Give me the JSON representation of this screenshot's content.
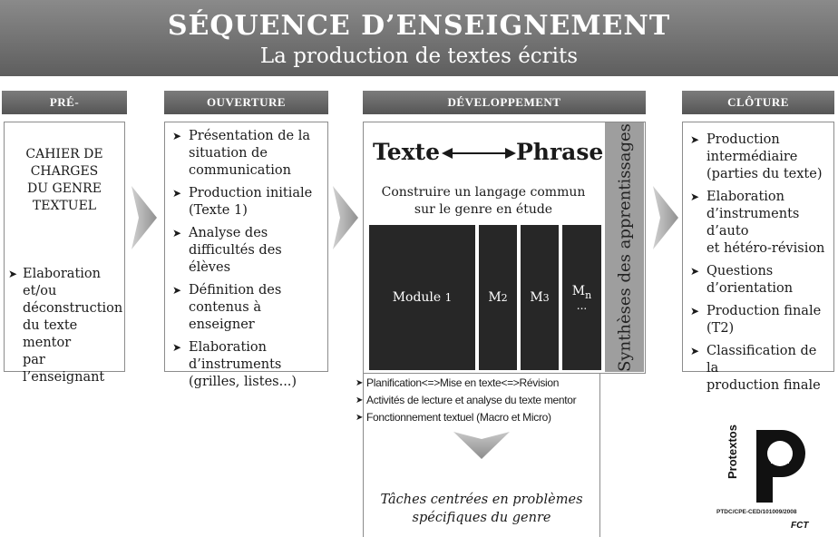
{
  "header": {
    "title": "SÉQUENCE D’ENSEIGNEMENT",
    "subtitle": "La production de textes écrits"
  },
  "pre": {
    "heading": "PRÉ-INTERVENTION",
    "box_lines": [
      "CAHIER DE",
      "CHARGES",
      "DU GENRE",
      "TEXTUEL"
    ],
    "bullet_lines": [
      "Elaboration",
      "et/ou",
      "déconstruction",
      "du texte mentor",
      "par l’enseignant"
    ]
  },
  "ouverture": {
    "heading": "OUVERTURE",
    "items": [
      [
        "Présentation de la",
        "situation de",
        "communication"
      ],
      [
        "Production initiale",
        "(Texte 1)"
      ],
      [
        "Analyse des",
        "difficultés des élèves"
      ],
      [
        "Définition des",
        "contenus à",
        "enseigner"
      ],
      [
        "Elaboration",
        "d’instruments",
        "(grilles, listes...)"
      ]
    ]
  },
  "developpement": {
    "heading": "DÉVELOPPEMENT",
    "texte": "Texte",
    "phrase": "Phrase",
    "subtitle_lines": [
      "Construire un langage commun",
      "sur le genre en étude"
    ],
    "module": "Module",
    "m": "M",
    "sub_1": "1",
    "sub_2": "2",
    "sub_3": "3",
    "sub_n": "n",
    "ellipsis": "...",
    "syntheses": "Synthèses des apprentissages",
    "bottom_items": [
      "Planification<=>Mise en texte<=>Révision",
      "Activités de lecture et analyse du texte mentor",
      "Fonctionnement textuel (Macro et Micro)"
    ],
    "taches_lines": [
      "Tâches centrées en problèmes",
      "spécifiques du genre"
    ]
  },
  "cloture": {
    "heading": "CLÔTURE",
    "items": [
      [
        "Production",
        "intermédiaire",
        "(parties du texte)"
      ],
      [
        "Elaboration",
        "d’instruments",
        "d’auto",
        "et hétéro-révision"
      ],
      [
        "Questions",
        "d’orientation"
      ],
      [
        "Production finale",
        "(T2)"
      ],
      [
        "Classification de la",
        "production finale"
      ]
    ]
  },
  "logo": {
    "name": "Protextos",
    "ref": "PTDC/CPE-CED/101009/2008",
    "fct": "FCT"
  },
  "colors": {
    "header_bg": "#6e6e6e",
    "dark_block": "#272727",
    "syntheses_bg": "#9e9e9e",
    "border": "#8c8c8c"
  }
}
